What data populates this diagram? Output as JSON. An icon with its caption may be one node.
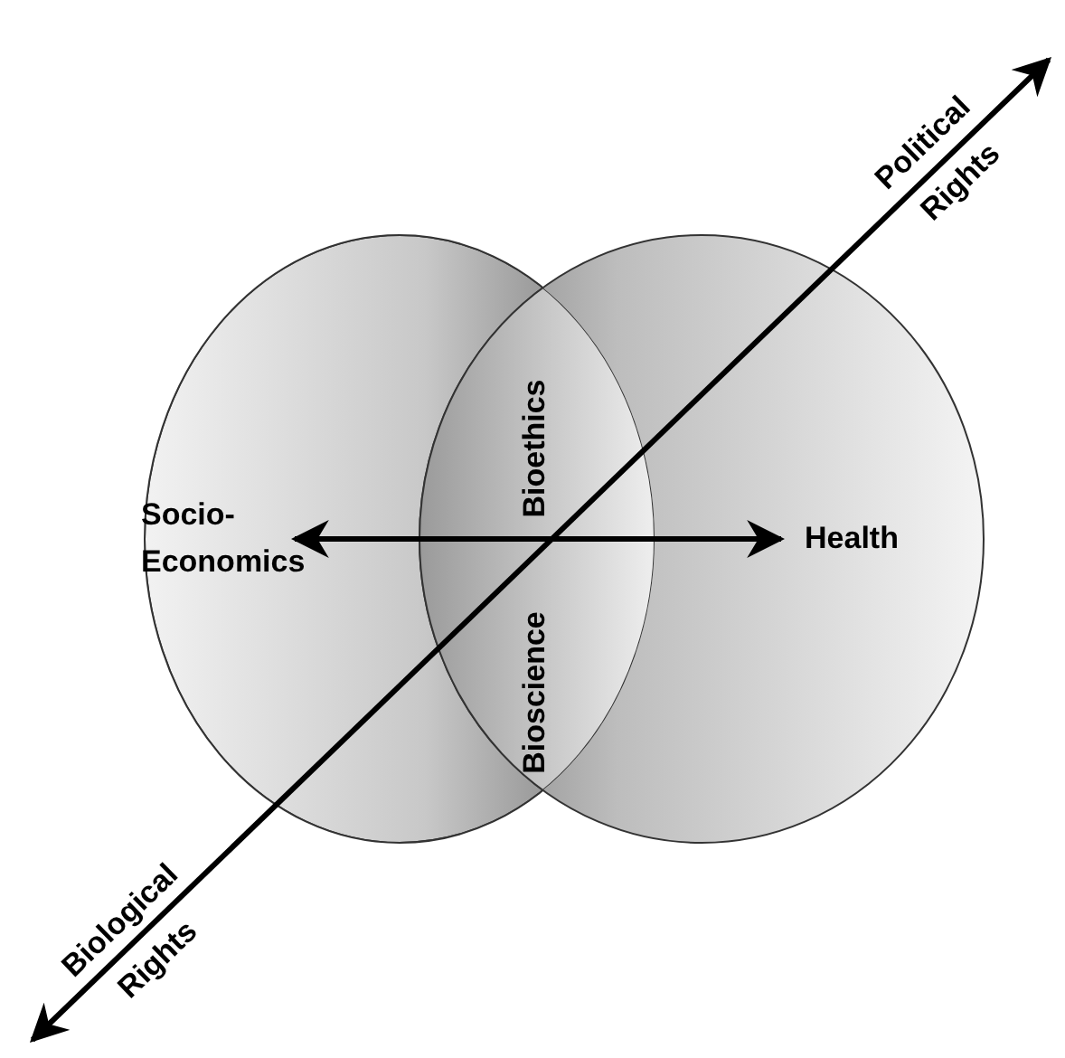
{
  "diagram": {
    "nodes": [
      {
        "text": [
          "Socio- Economics"
        ]
      },
      {
        "text": [
          "Health"
        ]
      },
      {
        "text": [
          "Political Rights"
        ]
      },
      {
        "text": [
          "Biological Rights"
        ]
      }
    ],
    "edges": [
      {
        "from": 0,
        "to": 1,
        "arrow": "both"
      },
      {
        "from": 3,
        "to": 2,
        "arrow": "both"
      }
    ],
    "labels": [
      "Bioethics",
      "Bioscience"
    ]
  }
}
